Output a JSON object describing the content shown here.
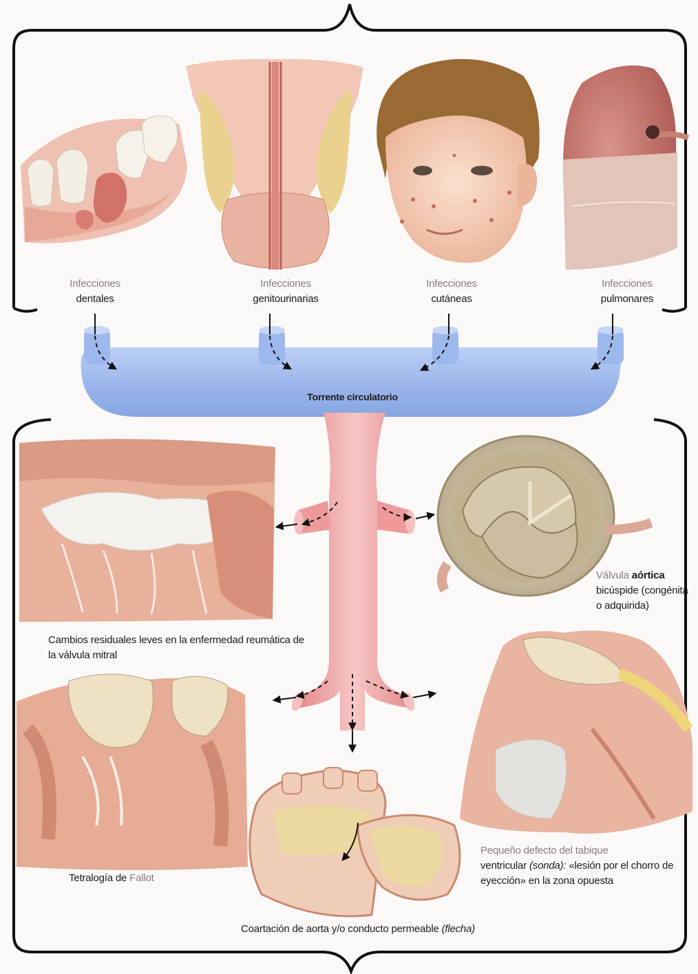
{
  "colors": {
    "vein_blue": "#9db8ec",
    "artery_red": "#ef9f9f",
    "bracket": "#111111",
    "tissue": "#e9b7a4",
    "tissue_dark": "#c98470",
    "valve": "#c7b89a"
  },
  "sources": [
    {
      "line1": "Infecciones",
      "line2": "dentales",
      "icon": "teeth-gum-illustration"
    },
    {
      "line1": "Infecciones",
      "line2": "genitourinarias",
      "icon": "prostate-urethra-illustration"
    },
    {
      "line1": "Infecciones",
      "line2": "cutáneas",
      "icon": "child-face-skin-illustration"
    },
    {
      "line1": "Infecciones",
      "line2": "pulmonares",
      "icon": "lung-section-illustration"
    }
  ],
  "bloodstream_label": "Torrente circulatorio",
  "lesions": {
    "mitral": "Cambios residuales leves en la enfermedad reumática de la válvula mitral",
    "aortic": {
      "word1": "Válvula",
      "word2": "aórtica",
      "rest": "bicúspide (congénita o adquirida)"
    },
    "fallot": {
      "prefix": "Tetralogía de",
      "name": "Fallot"
    },
    "septal": {
      "line1": "Pequeño defecto del tabique",
      "rest_a": "ventricular",
      "rest_b": "(sonda):",
      "rest_c": "«lesión por el chorro de eyección» en la zona opuesta"
    },
    "coarctation": {
      "main": "Coartación de aorta y/o conducto permeable",
      "note": "(flecha)"
    }
  }
}
